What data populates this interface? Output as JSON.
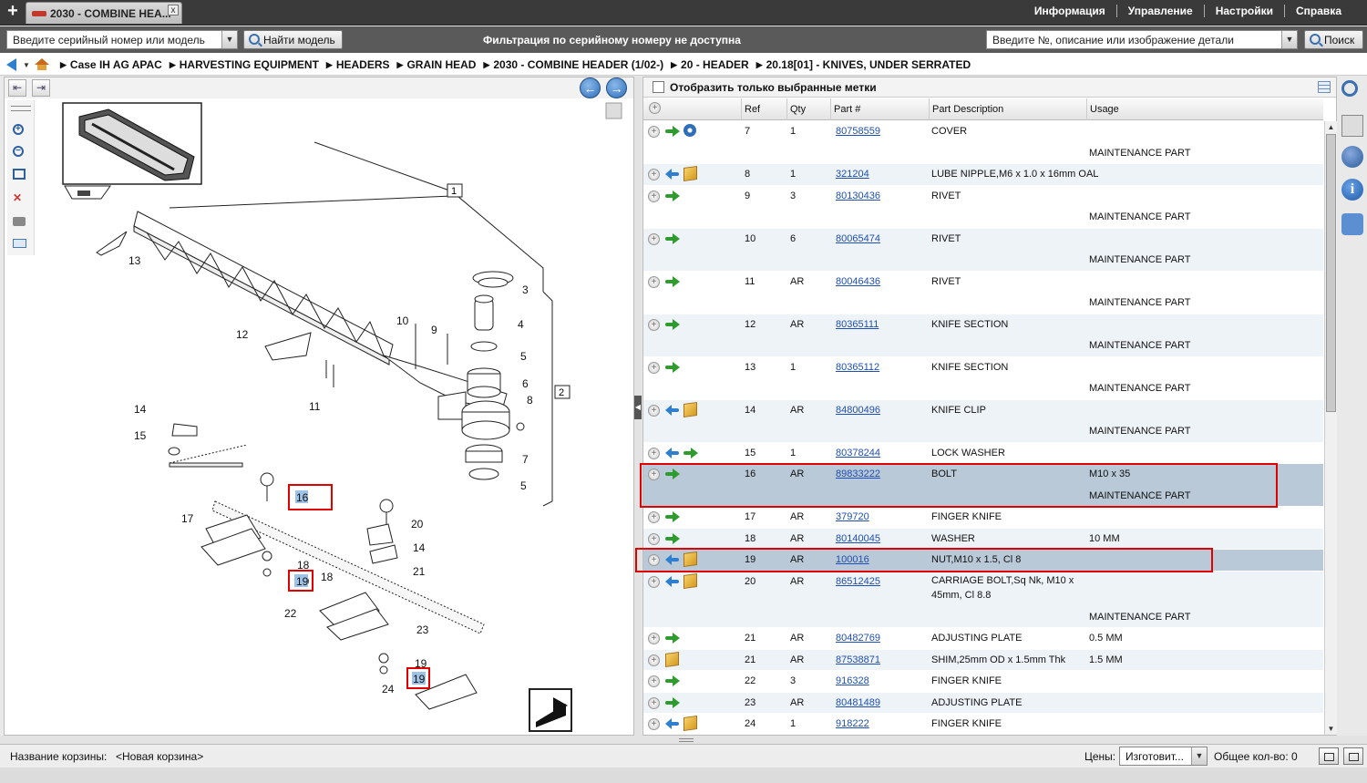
{
  "tabs": {
    "add_label": "+",
    "active_tab_label": "2030 - COMBINE HEA...",
    "close_label": "x"
  },
  "top_menu": [
    "Информация",
    "Управление",
    "Настройки",
    "Справка"
  ],
  "search": {
    "serial_placeholder": "Введите серийный номер или модель",
    "find_model_label": "Найти модель",
    "filter_message": "Фильтрация по серийному номеру не доступна",
    "part_placeholder": "Введите №, описание или изображение детали",
    "search_label": "Поиск"
  },
  "breadcrumb": [
    "Case IH AG APAC",
    "HARVESTING EQUIPMENT",
    "HEADERS",
    "GRAIN HEAD",
    "2030 - COMBINE HEADER (1/02-)",
    "20 - HEADER",
    "20.18[01] - KNIVES, UNDER SERRATED"
  ],
  "parts_pane": {
    "filter_checkbox_label": "Отобразить только выбранные метки",
    "columns": {
      "ref": "Ref",
      "qty": "Qty",
      "part": "Part #",
      "desc": "Part Description",
      "usage": "Usage"
    }
  },
  "parts": [
    {
      "ref": "7",
      "qty": "1",
      "part": "80758559",
      "desc": "COVER",
      "usage": "",
      "note": "MAINTENANCE PART",
      "icons": [
        "green-arrow",
        "gear"
      ]
    },
    {
      "ref": "8",
      "qty": "1",
      "part": "321204",
      "desc": "LUBE NIPPLE,M6 x 1.0 x 16mm OAL",
      "usage": "",
      "note": "",
      "icons": [
        "blue-arrow",
        "box"
      ]
    },
    {
      "ref": "9",
      "qty": "3",
      "part": "80130436",
      "desc": "RIVET",
      "usage": "",
      "note": "MAINTENANCE PART",
      "icons": [
        "green-arrow"
      ]
    },
    {
      "ref": "10",
      "qty": "6",
      "part": "80065474",
      "desc": "RIVET",
      "usage": "",
      "note": "MAINTENANCE PART",
      "icons": [
        "green-arrow"
      ]
    },
    {
      "ref": "11",
      "qty": "AR",
      "part": "80046436",
      "desc": "RIVET",
      "usage": "",
      "note": "MAINTENANCE PART",
      "icons": [
        "green-arrow"
      ]
    },
    {
      "ref": "12",
      "qty": "AR",
      "part": "80365111",
      "desc": "KNIFE SECTION",
      "usage": "",
      "note": "MAINTENANCE PART",
      "icons": [
        "green-arrow"
      ]
    },
    {
      "ref": "13",
      "qty": "1",
      "part": "80365112",
      "desc": "KNIFE SECTION",
      "usage": "",
      "note": "MAINTENANCE PART",
      "icons": [
        "green-arrow"
      ]
    },
    {
      "ref": "14",
      "qty": "AR",
      "part": "84800496",
      "desc": "KNIFE CLIP",
      "usage": "",
      "note": "MAINTENANCE PART",
      "icons": [
        "blue-arrow",
        "box"
      ]
    },
    {
      "ref": "15",
      "qty": "1",
      "part": "80378244",
      "desc": "LOCK WASHER",
      "usage": "",
      "note": "",
      "icons": [
        "blue-arrow",
        "green-arrow"
      ]
    },
    {
      "ref": "16",
      "qty": "AR",
      "part": "89833222",
      "desc": "BOLT",
      "usage": "M10 x 35",
      "note": "MAINTENANCE PART",
      "icons": [
        "green-arrow"
      ],
      "selected": true
    },
    {
      "ref": "17",
      "qty": "AR",
      "part": "379720",
      "desc": "FINGER KNIFE",
      "usage": "",
      "note": "",
      "icons": [
        "green-arrow"
      ]
    },
    {
      "ref": "18",
      "qty": "AR",
      "part": "80140045",
      "desc": "WASHER",
      "usage": "10 MM",
      "note": "",
      "icons": [
        "green-arrow"
      ]
    },
    {
      "ref": "19",
      "qty": "AR",
      "part": "100016",
      "desc": "NUT,M10 x 1.5, Cl 8",
      "usage": "",
      "note": "",
      "icons": [
        "blue-arrow",
        "box"
      ],
      "selected": true
    },
    {
      "ref": "20",
      "qty": "AR",
      "part": "86512425",
      "desc": "CARRIAGE BOLT,Sq Nk, M10 x 45mm, Cl 8.8",
      "usage": "",
      "note": "MAINTENANCE PART",
      "icons": [
        "blue-arrow",
        "box"
      ],
      "tall": true
    },
    {
      "ref": "21",
      "qty": "AR",
      "part": "80482769",
      "desc": "ADJUSTING PLATE",
      "usage": "0.5 MM",
      "note": "",
      "icons": [
        "green-arrow"
      ]
    },
    {
      "ref": "21",
      "qty": "AR",
      "part": "87538871",
      "desc": "SHIM,25mm OD x 1.5mm Thk",
      "usage": "1.5 MM",
      "note": "",
      "icons": [
        "box"
      ]
    },
    {
      "ref": "22",
      "qty": "3",
      "part": "916328",
      "desc": "FINGER KNIFE",
      "usage": "",
      "note": "",
      "icons": [
        "green-arrow"
      ]
    },
    {
      "ref": "23",
      "qty": "AR",
      "part": "80481489",
      "desc": "ADJUSTING PLATE",
      "usage": "",
      "note": "",
      "icons": [
        "green-arrow"
      ]
    },
    {
      "ref": "24",
      "qty": "1",
      "part": "918222",
      "desc": "FINGER KNIFE",
      "usage": "",
      "note": "",
      "icons": [
        "blue-arrow",
        "box"
      ]
    }
  ],
  "diagram": {
    "labels": [
      "1",
      "2",
      "3",
      "4",
      "5",
      "6",
      "7",
      "8",
      "5",
      "9",
      "10",
      "11",
      "12",
      "13",
      "14",
      "15",
      "16",
      "17",
      "18",
      "19",
      "20",
      "14",
      "21",
      "22",
      "23",
      "18",
      "19",
      "24"
    ]
  },
  "status": {
    "cart_label": "Название корзины:",
    "cart_name": "<Новая корзина>",
    "price_label": "Цены:",
    "price_value": "Изготовит...",
    "total_label": "Общее кол-во: 0"
  }
}
